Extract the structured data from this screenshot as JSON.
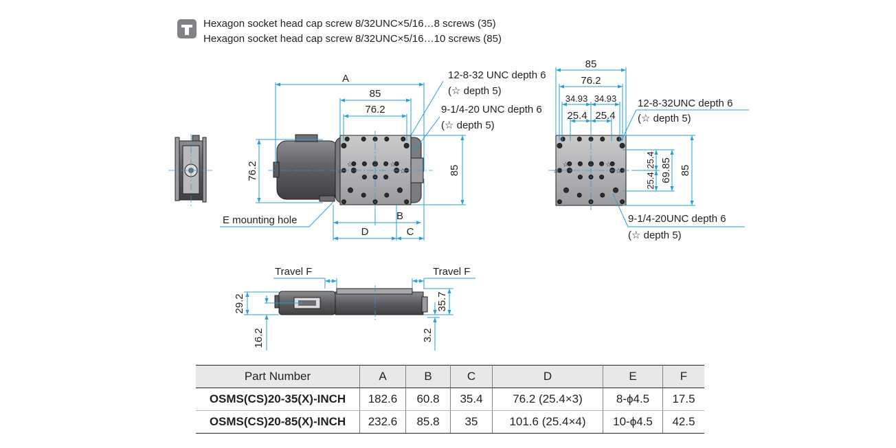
{
  "note": {
    "icon": "cap-screw-icon",
    "line1": "Hexagon socket head cap screw 8/32UNC×5/16…8 screws (35)",
    "line2": "Hexagon socket head cap screw 8/32UNC×5/16…10 screws (85)"
  },
  "top_view": {
    "dim_A": "A",
    "dim_85_top": "85",
    "dim_76_2_top": "76.2",
    "dim_76_2_left": "76.2",
    "dim_85_right": "85",
    "dim_B": "B",
    "dim_C": "C",
    "dim_D": "D",
    "callout_tap1": "12-8-32 UNC depth 6",
    "callout_tap1_sub": "(☆ depth 5)",
    "callout_tap2": "9-1/4-20 UNC depth 6",
    "callout_tap2_sub": "(☆ depth 5)",
    "callout_mount": "E mounting hole"
  },
  "right_view": {
    "dim_85_top": "85",
    "dim_76_2": "76.2",
    "dim_34_93_a": "34.93",
    "dim_34_93_b": "34.93",
    "dim_25_4_a": "25.4",
    "dim_25_4_b": "25.4",
    "dim_25_4_v1": "25.4",
    "dim_25_4_v2": "25.4",
    "dim_69_85": "69.85",
    "dim_85_right": "85",
    "callout_tap1": "12-8-32UNC depth 6",
    "callout_tap1_sub": "(☆ depth 5)",
    "callout_tap2": "9-1/4-20UNC depth 6",
    "callout_tap2_sub": "(☆ depth 5)"
  },
  "front_view": {
    "travel_left": "Travel F",
    "travel_right": "Travel F",
    "dim_29_2": "29.2",
    "dim_16_2": "16.2",
    "dim_35_7": "35.7",
    "dim_3_2": "3.2"
  },
  "table": {
    "headers": [
      "Part Number",
      "A",
      "B",
      "C",
      "D",
      "E",
      "F"
    ],
    "rows": [
      [
        "OSMS(CS)20-35(X)-INCH",
        "182.6",
        "60.8",
        "35.4",
        "76.2 (25.4×3)",
        "8-ϕ4.5",
        "17.5"
      ],
      [
        "OSMS(CS)20-85(X)-INCH",
        "232.6",
        "85.8",
        "35",
        "101.6 (25.4×4)",
        "10-ϕ4.5",
        "42.5"
      ]
    ]
  },
  "colors": {
    "dimension_line": "#2a9fd6",
    "stage_body": "#6d6e71",
    "stage_top": "#a7a9ac",
    "header_bg": "#e8e8e8"
  }
}
